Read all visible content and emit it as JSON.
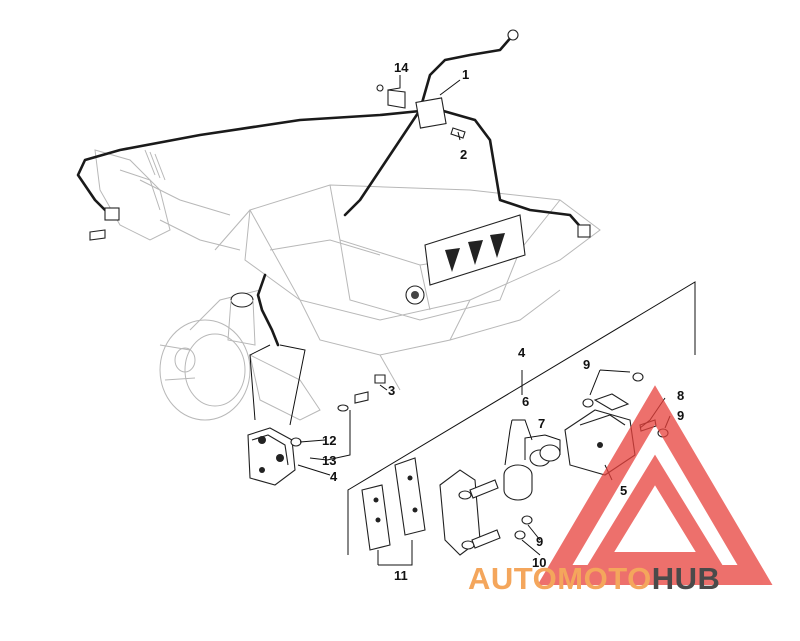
{
  "callouts": [
    {
      "id": "c1",
      "text": "1"
    },
    {
      "id": "c2",
      "text": "2"
    },
    {
      "id": "c3",
      "text": "3"
    },
    {
      "id": "c4a",
      "text": "4"
    },
    {
      "id": "c4b",
      "text": "4"
    },
    {
      "id": "c5",
      "text": "5"
    },
    {
      "id": "c6",
      "text": "6"
    },
    {
      "id": "c7",
      "text": "7"
    },
    {
      "id": "c8",
      "text": "8"
    },
    {
      "id": "c9a",
      "text": "9"
    },
    {
      "id": "c9b",
      "text": "9"
    },
    {
      "id": "c9c",
      "text": "9"
    },
    {
      "id": "c10",
      "text": "10"
    },
    {
      "id": "c11",
      "text": "11"
    },
    {
      "id": "c12",
      "text": "12"
    },
    {
      "id": "c13",
      "text": "13"
    },
    {
      "id": "c14",
      "text": "14"
    }
  ],
  "watermark": {
    "part1": "AUTOMOTO",
    "part2": "HUB",
    "color_primary": "#f4a65c",
    "color_secondary": "#4a4a4a",
    "triangle_color": "#e8413c"
  }
}
